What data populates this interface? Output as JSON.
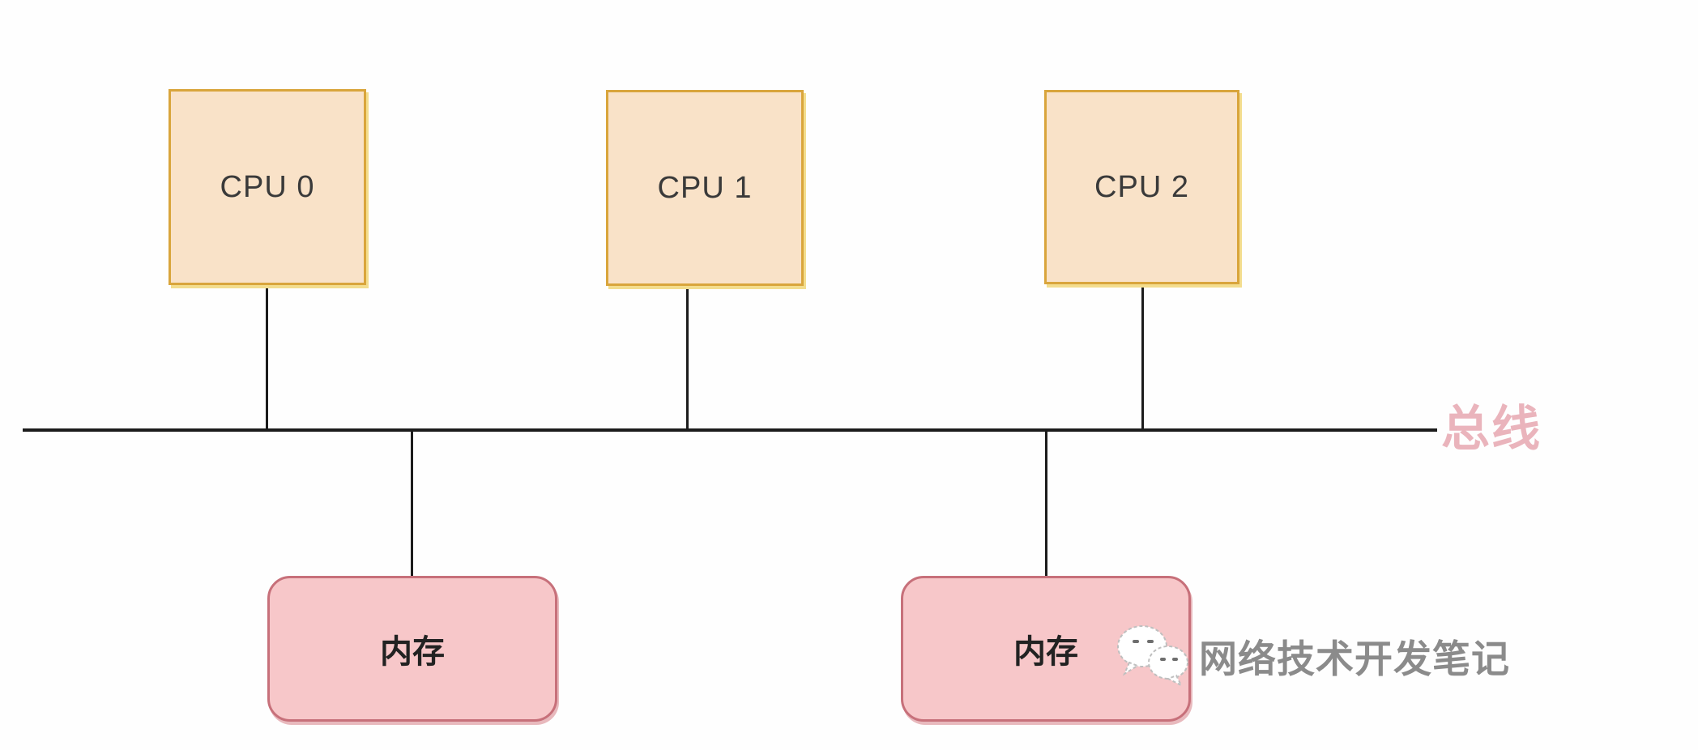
{
  "diagram": {
    "title_hint": "multi-cpu shared bus architecture",
    "nodes": {
      "cpu0": {
        "label": "CPU 0",
        "type": "cpu"
      },
      "cpu1": {
        "label": "CPU 1",
        "type": "cpu"
      },
      "cpu2": {
        "label": "CPU 2",
        "type": "cpu"
      },
      "mem1": {
        "label": "内存",
        "type": "memory"
      },
      "mem2": {
        "label": "内存",
        "type": "memory"
      }
    },
    "bus": {
      "label": "总线"
    },
    "edges": [
      {
        "from": "cpu0",
        "to": "bus"
      },
      {
        "from": "cpu1",
        "to": "bus"
      },
      {
        "from": "cpu2",
        "to": "bus"
      },
      {
        "from": "bus",
        "to": "mem1"
      },
      {
        "from": "bus",
        "to": "mem2"
      }
    ]
  },
  "watermark": {
    "icon": "wechat-icon",
    "text": "网络技术开发笔记"
  },
  "colors": {
    "cpu_fill": "#f9e2c8",
    "cpu_border": "#d9a53c",
    "mem_fill": "#f7c7c9",
    "mem_border": "#c7707a",
    "bus_line": "#1c1c1c",
    "bus_label": "#eab4bc",
    "node_text": "#3a3a3a",
    "watermark_text": "#8b8b8b",
    "bg": "#fefefe"
  }
}
